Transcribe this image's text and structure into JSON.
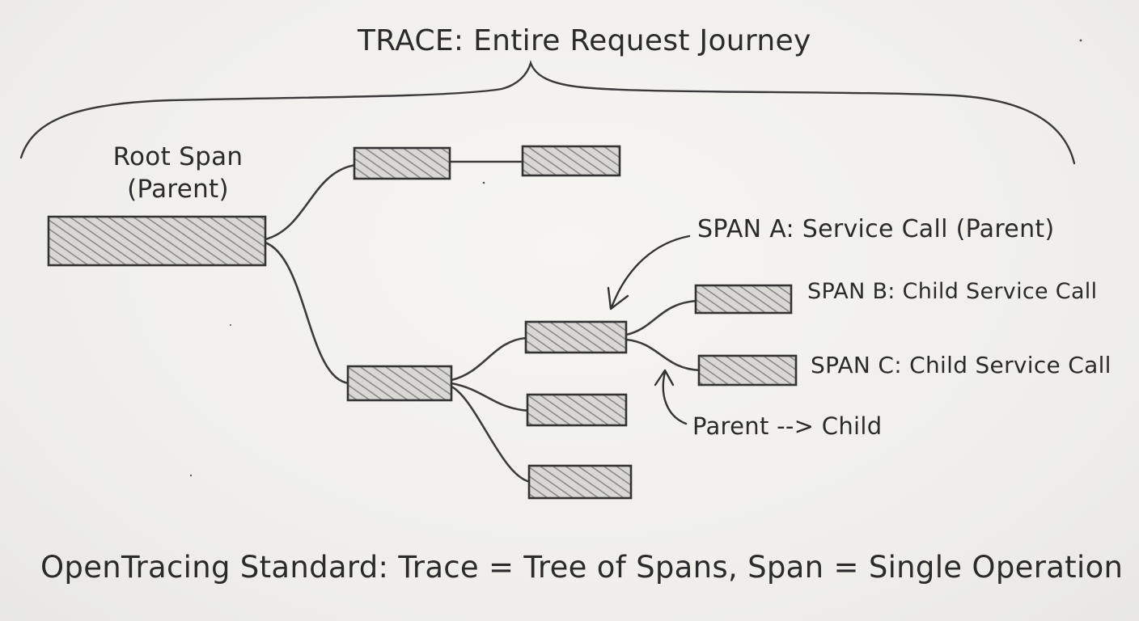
{
  "diagram": {
    "trace_title": "TRACE: Entire Request Journey",
    "root_span_title": "Root Span",
    "root_span_subtitle": "(Parent)",
    "span_a_label": "SPAN A: Service Call (Parent)",
    "span_b_label": "SPAN B: Child Service Call",
    "span_c_label": "SPAN C: Child Service Call",
    "relation_label": "Parent --> Child",
    "footer": "OpenTracing Standard: Trace = Tree of Spans, Span = Single Operation"
  },
  "colors": {
    "pencil": "#3a3a3a",
    "hatch": "#7a7a7a",
    "paper": "#f1f0ed"
  }
}
